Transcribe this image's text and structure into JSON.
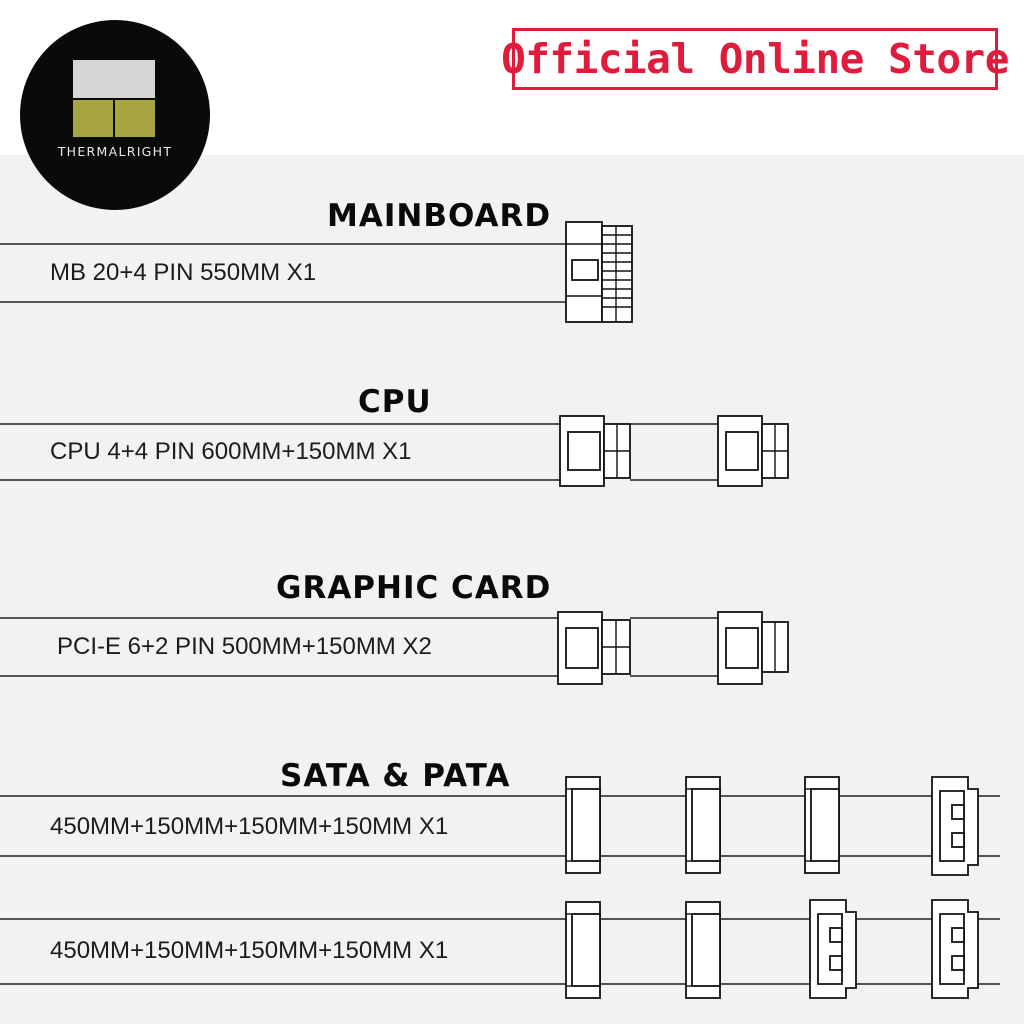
{
  "brand": {
    "logo_text": "THERMALRIGHT",
    "colors": {
      "logo_bg": "#0a0a0a",
      "logo_gray": "#d6d6d6",
      "logo_olive": "#a7a442"
    }
  },
  "store_badge": {
    "label": "Official Online Store",
    "color": "#e01b3c"
  },
  "sections": {
    "mainboard": {
      "heading": "MAINBOARD",
      "cable": "MB 20+4 PIN 550MM  X1",
      "connector_icon": "atx-24pin-icon"
    },
    "cpu": {
      "heading": "CPU",
      "cable": "CPU 4+4 PIN 600MM+150MM  X1",
      "connector_icon": "eps-8pin-icon"
    },
    "graphic_card": {
      "heading": "GRAPHIC CARD",
      "cable": "PCI-E 6+2 PIN 500MM+150MM  X2",
      "connector_icon": "pcie-8pin-icon"
    },
    "sata_pata": {
      "heading": "SATA & PATA",
      "cables": [
        "450MM+150MM+150MM+150MM  X1",
        "450MM+150MM+150MM+150MM  X1"
      ],
      "connector_icons": [
        "sata-icon",
        "molex-icon"
      ]
    }
  }
}
